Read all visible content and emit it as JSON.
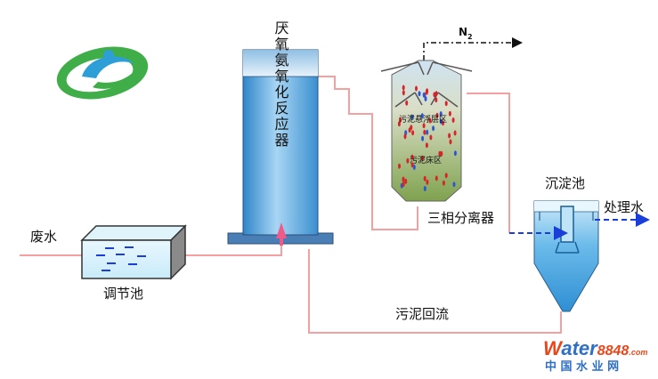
{
  "labels": {
    "wastewater": "废水",
    "equalization_tank": "调节池",
    "reactor": "厌氧氨氧化反应器",
    "separator": "三相分离器",
    "sedimentation_tank": "沉淀池",
    "treated_water": "处理水",
    "sludge_return": "污泥回流",
    "n2_main": "N",
    "n2_sub": "2",
    "sludge_suspension_zone": "污泥悬浮层区",
    "sludge_bed_zone": "污泥床区"
  },
  "watermark": {
    "brand_w": "W",
    "brand_ater": "ater",
    "brand_num": "8848",
    "brand_com": ".com",
    "cn": "中 国 水 业 网"
  },
  "colors": {
    "pipe": "#f4a0a0",
    "flow_blue": "#1a3fd8",
    "reactor_blue": "#4f9fd9",
    "logo_green": "#3fae49",
    "logo_blue": "#2e9fd6"
  }
}
